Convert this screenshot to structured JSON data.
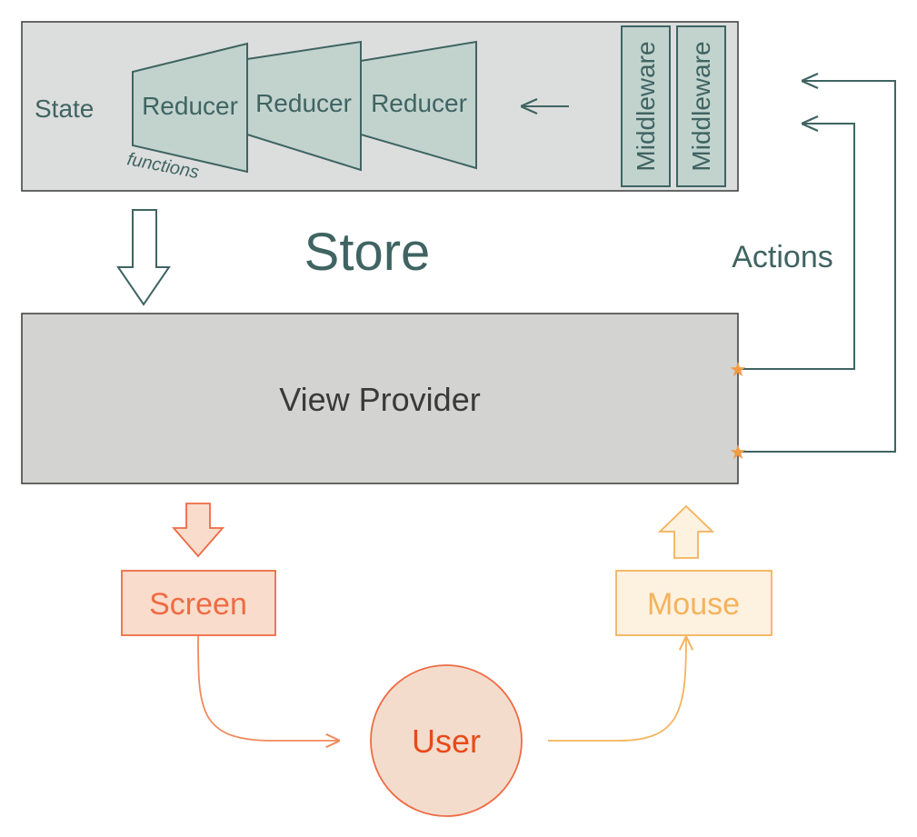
{
  "store": {
    "state_label": "State",
    "reducers": [
      "Reducer",
      "Reducer",
      "Reducer"
    ],
    "functions_label": "functions",
    "middleware": [
      "Middleware",
      "Middleware"
    ],
    "title": "Store"
  },
  "actions_label": "Actions",
  "view_provider": {
    "label": "View Provider"
  },
  "io": {
    "screen_label": "Screen",
    "mouse_label": "Mouse",
    "user_label": "User"
  },
  "colors": {
    "teal": "#3f6462",
    "store_fill": "#dcdedd",
    "reducer_fill": "#c2d3ce",
    "view_fill": "#d3d3d1",
    "screen_fill": "#f9dccb",
    "screen_stroke": "#ee6b44",
    "mouse_fill": "#fdf1e0",
    "mouse_stroke": "#f4b35b",
    "user_fill": "#f4dccd",
    "user_stroke": "#ee6b44",
    "star": "#f09a43"
  }
}
